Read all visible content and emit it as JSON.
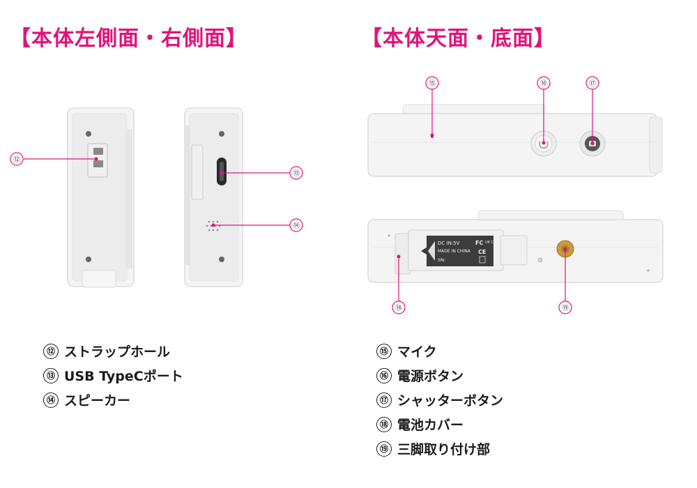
{
  "sections": {
    "left_title": "【本体左側面・右側面】",
    "right_title": "【本体天面・底面】"
  },
  "callouts": [
    "⑫",
    "⑬",
    "⑭",
    "⑮",
    "⑯",
    "⑰",
    "⑱",
    "⑲"
  ],
  "bottom_label": {
    "line1": "DC IN:5V",
    "line2": "MADE IN CHINA",
    "line3": "SN:",
    "fcc": "FC",
    "ukca": "UK CA",
    "ce": "CE"
  },
  "legend_left": [
    {
      "num": "⑫",
      "label": "ストラップホール"
    },
    {
      "num": "⑬",
      "label": "USB TypeCポート"
    },
    {
      "num": "⑭",
      "label": "スピーカー"
    }
  ],
  "legend_right": [
    {
      "num": "⑮",
      "label": "マイク"
    },
    {
      "num": "⑯",
      "label": "電源ボタン"
    },
    {
      "num": "⑰",
      "label": "シャッターボタン"
    },
    {
      "num": "⑱",
      "label": "電池カバー"
    },
    {
      "num": "⑲",
      "label": "三脚取り付け部"
    }
  ],
  "colors": {
    "accent": "#e3127a",
    "body": "#f2f2f2",
    "outline": "#d5d5d5",
    "brass": "#c89a3a"
  }
}
